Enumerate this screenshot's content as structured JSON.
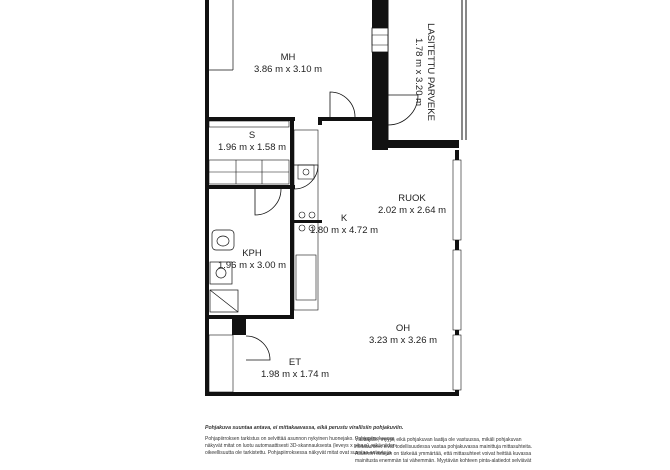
{
  "rooms": {
    "mh": {
      "name": "MH",
      "size": "3.86 m x 3.10 m"
    },
    "s": {
      "name": "S",
      "size": "1.96 m x 1.58 m"
    },
    "kph": {
      "name": "KPH",
      "size": "1.96 m x 3.00 m"
    },
    "k": {
      "name": "K",
      "size": "1.80 m x 4.72 m"
    },
    "ruok": {
      "name": "RUOK",
      "size": "2.02 m x 2.64 m"
    },
    "oh": {
      "name": "OH",
      "size": "3.23 m x 3.26 m"
    },
    "et": {
      "name": "ET",
      "size": "1.98 m x 1.74 m"
    },
    "parveke": {
      "name": "LASITETTU PARVEKE",
      "size": "1.78 m x 3.20 m"
    }
  },
  "notes": {
    "left_title": "Pohjakuva suuntaa antava, ei mittakaavassa, eikä perustu virallisiin pohjakuviin.",
    "left_lines": [
      "Pohjapiirroksen tarkistus on selvittää asunnon nykyinen huonejako. Pohjapiirroksessa",
      "näkyvät mitat on luotu automaattisesti 3D-skannauksesta (leveys x pituus), eikä niiden",
      "oikeellisuutta ole tarkistettu. Pohjapiirroksessa näkyvät mitat ovat suuntaa-antavia ja"
    ],
    "right_lines": [
      "Välittäjälle, myyjä, eikä pohjakuvan laatija ole vastuussa, mikäli pohjakuvan",
      "mittasuhteet eivät todellisuudessa vastaa pohjakuvassa mainittuja mittasuhteita.",
      "Asunnon ostajan on tärkeää ymmärtää, että mittasuhteet voivat heittää kuvassa",
      "mainitusta enemmän tai vähemmän. Myytävän kohteen pinta-alatiedot selviävät"
    ]
  }
}
